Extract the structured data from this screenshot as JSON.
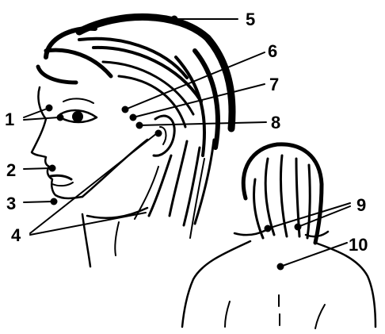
{
  "diagram": {
    "ink_color": "#000000",
    "background": "#ffffff",
    "labels": [
      "1",
      "2",
      "3",
      "4",
      "5",
      "6",
      "7",
      "8",
      "9",
      "10"
    ]
  }
}
